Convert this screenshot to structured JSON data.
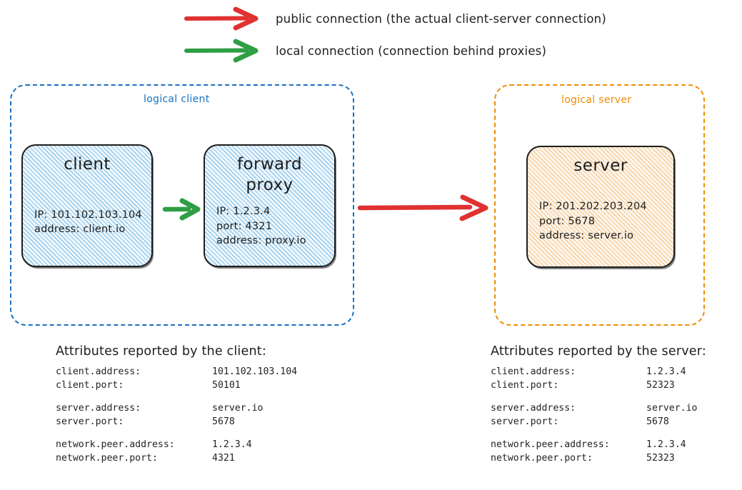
{
  "legend": [
    {
      "arrow_color": "#e03131",
      "icon": "red-arrow-right-icon",
      "label": "public connection (the actual client-server connection)"
    },
    {
      "arrow_color": "#2f9e44",
      "icon": "green-arrow-right-icon",
      "label": "local connection (connection behind proxies)"
    }
  ],
  "zones": {
    "client": {
      "title": "logical client",
      "color": "#1971c2"
    },
    "server": {
      "title": "logical server",
      "color": "#f08c00"
    }
  },
  "nodes": {
    "client": {
      "title": "client",
      "props": [
        "IP: 101.102.103.104",
        "address: client.io"
      ]
    },
    "proxy": {
      "title_line1": "forward",
      "title_line2": "proxy",
      "props": [
        "IP: 1.2.3.4",
        "port: 4321",
        "address: proxy.io"
      ]
    },
    "server": {
      "title": "server",
      "props": [
        "IP: 201.202.203.204",
        "port: 5678",
        "address: server.io"
      ]
    }
  },
  "connections": {
    "client_to_proxy": {
      "color": "#2f9e44",
      "type": "local connection"
    },
    "proxy_to_server": {
      "color": "#e03131",
      "type": "public connection"
    }
  },
  "attributes_client": {
    "heading": "Attributes reported by the client:",
    "rows": [
      {
        "key": "client.address:",
        "value": "101.102.103.104"
      },
      {
        "key": "client.port:",
        "value": "50101"
      },
      {
        "key": "",
        "value": ""
      },
      {
        "key": "server.address:",
        "value": "server.io"
      },
      {
        "key": "server.port:",
        "value": "5678"
      },
      {
        "key": "",
        "value": ""
      },
      {
        "key": "network.peer.address:",
        "value": "1.2.3.4"
      },
      {
        "key": "network.peer.port:",
        "value": "4321"
      }
    ]
  },
  "attributes_server": {
    "heading": "Attributes reported by the server:",
    "rows": [
      {
        "key": "client.address:",
        "value": "1.2.3.4"
      },
      {
        "key": "client.port:",
        "value": "52323"
      },
      {
        "key": "",
        "value": ""
      },
      {
        "key": "server.address:",
        "value": "server.io"
      },
      {
        "key": "server.port:",
        "value": "5678"
      },
      {
        "key": "",
        "value": ""
      },
      {
        "key": "network.peer.address:",
        "value": "1.2.3.4"
      },
      {
        "key": "network.peer.port:",
        "value": "52323"
      }
    ]
  }
}
